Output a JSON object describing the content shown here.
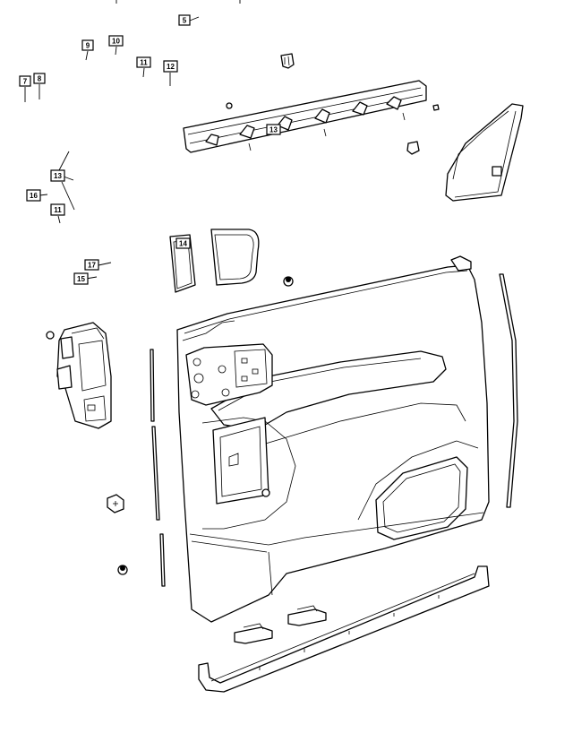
{
  "diagram": {
    "colors": {
      "ink": "#000000",
      "paper": "#ffffff"
    },
    "callouts": [
      {
        "id": "c5",
        "label": "5"
      },
      {
        "id": "c9",
        "label": "9"
      },
      {
        "id": "c10",
        "label": "10"
      },
      {
        "id": "c11a",
        "label": "11"
      },
      {
        "id": "c12",
        "label": "12"
      },
      {
        "id": "c7",
        "label": "7"
      },
      {
        "id": "c8",
        "label": "8"
      },
      {
        "id": "c13a",
        "label": "13"
      },
      {
        "id": "c13b",
        "label": "13"
      },
      {
        "id": "c16",
        "label": "16"
      },
      {
        "id": "c11b",
        "label": "11"
      },
      {
        "id": "c14",
        "label": "14"
      },
      {
        "id": "c17",
        "label": "17"
      },
      {
        "id": "c15",
        "label": "15"
      }
    ]
  }
}
